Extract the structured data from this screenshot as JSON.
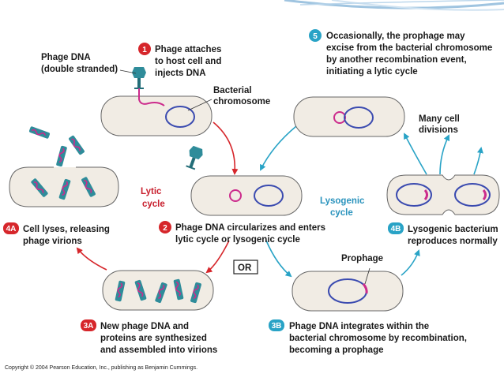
{
  "colors": {
    "red": "#d6262b",
    "cyan": "#29a3c6",
    "cell_fill": "#f1ece4",
    "chromosome": "#3b4bb0",
    "phage_dna": "#cc2b8c",
    "phage": "#2f8c9a",
    "phage_dark": "#236d78",
    "lytic_label": "#c81f2d",
    "lysogenic_label": "#2a93bd"
  },
  "icons": [
    "step-badge",
    "phage-icon",
    "dna-strand",
    "arrow"
  ],
  "labels": {
    "phage_dna_line1": "Phage DNA",
    "phage_dna_line2": "(double stranded)",
    "bacterial_chr_line1": "Bacterial",
    "bacterial_chr_line2": "chromosome",
    "lytic_line1": "Lytic",
    "lytic_line2": "cycle",
    "lysogenic_line1": "Lysogenic",
    "lysogenic_line2": "cycle",
    "many_cell_line1": "Many cell",
    "many_cell_line2": "divisions",
    "prophage": "Prophage",
    "or": "OR"
  },
  "steps": {
    "s1": {
      "num": "1",
      "line1": "Phage attaches",
      "line2": "to host cell and",
      "line3": "injects DNA"
    },
    "s2": {
      "num": "2",
      "line1": "Phage DNA circularizes and enters",
      "line2": "lytic cycle or lysogenic cycle"
    },
    "s3a": {
      "num": "3A",
      "line1": "New phage DNA and",
      "line2": "proteins are synthesized",
      "line3": "and assembled into virions"
    },
    "s3b": {
      "num": "3B",
      "line1": "Phage DNA integrates within the",
      "line2": "bacterial chromosome by recombination,",
      "line3": "becoming a prophage"
    },
    "s4a": {
      "num": "4A",
      "line1": "Cell lyses, releasing",
      "line2": "phage virions"
    },
    "s4b": {
      "num": "4B",
      "line1": "Lysogenic bacterium",
      "line2": "reproduces normally"
    },
    "s5": {
      "num": "5",
      "line1": "Occasionally, the prophage may",
      "line2": "excise from the bacterial chromosome",
      "line3": "by another recombination event,",
      "line4": "initiating a lytic cycle"
    }
  },
  "copyright": "Copyright © 2004 Pearson Education, Inc., publishing as Benjamin Cummings."
}
